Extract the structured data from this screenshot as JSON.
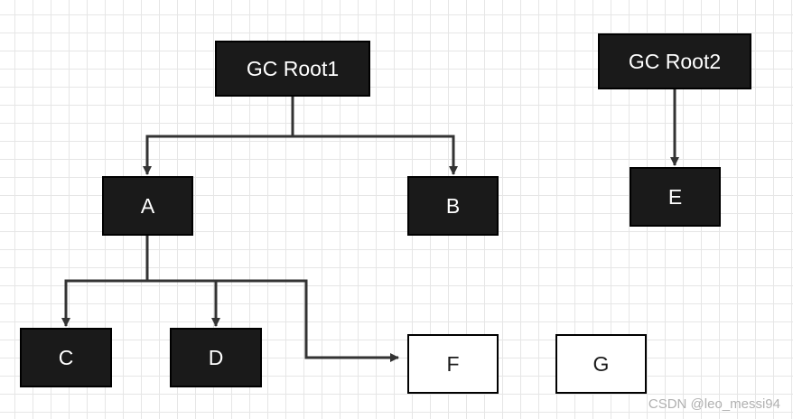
{
  "nodes": {
    "root1": "GC Root1",
    "root2": "GC Root2",
    "a": "A",
    "b": "B",
    "c": "C",
    "d": "D",
    "e": "E",
    "f": "F",
    "g": "G"
  },
  "edges": [
    {
      "from": "GC Root1",
      "to": "A"
    },
    {
      "from": "GC Root1",
      "to": "B"
    },
    {
      "from": "GC Root2",
      "to": "E"
    },
    {
      "from": "A",
      "to": "C"
    },
    {
      "from": "A",
      "to": "D"
    },
    {
      "from": "A",
      "to": "F"
    }
  ],
  "colors": {
    "reachable_fill": "#1a1a1a",
    "unreachable_fill": "#ffffff",
    "edge": "#333333",
    "grid": "#e6e6e6"
  },
  "watermark": "CSDN @leo_messi94"
}
